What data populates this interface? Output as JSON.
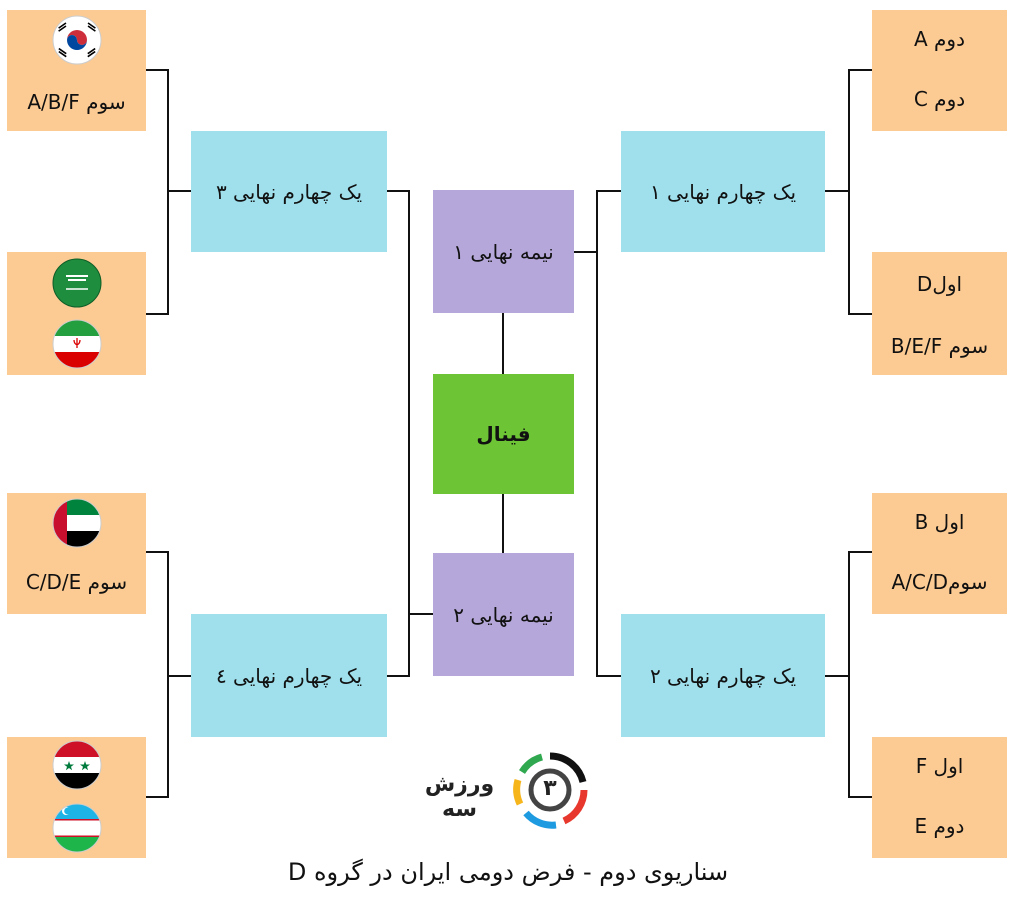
{
  "title": "سناریوی دوم - فرض دومی ایران در گروه D",
  "logo_text": "ورزش سه",
  "logo_numeral": "۳",
  "left": {
    "top_box": {
      "line": "سوم A/B/F",
      "flags": [
        "korea-republic-flag-icon"
      ]
    },
    "second_box": {
      "flags": [
        "saudi-arabia-flag-icon",
        "iran-flag-icon"
      ]
    },
    "third_box": {
      "line": "سوم C/D/E",
      "flags": [
        "uae-flag-icon"
      ]
    },
    "bottom_box": {
      "flags": [
        "syria-flag-icon",
        "uzbekistan-flag-icon"
      ]
    },
    "qf_top": "یک چهارم نهایی ۳",
    "qf_bottom": "یک چهارم نهایی ٤"
  },
  "right": {
    "top_box": {
      "line1": "دوم A",
      "line2": "دوم C"
    },
    "second_box": {
      "line1": "اولD",
      "line2": "سوم B/E/F"
    },
    "third_box": {
      "line1": "اول B",
      "line2": "سومA/C/D"
    },
    "bottom_box": {
      "line1": "اول F",
      "line2": "دوم E"
    },
    "qf_top": "یک چهارم نهایی ۱",
    "qf_bottom": "یک چهارم نهایی ۲"
  },
  "center": {
    "sf_top": "نیمه نهایی ۱",
    "final": "فینال",
    "sf_bottom": "نیمه نهایی ۲"
  },
  "colors": {
    "team_box": "#fccb93",
    "quarterfinal_box": "#9fe0ec",
    "semifinal_box": "#b5a7d9",
    "final_box": "#6dc435",
    "connector": "#111111"
  }
}
